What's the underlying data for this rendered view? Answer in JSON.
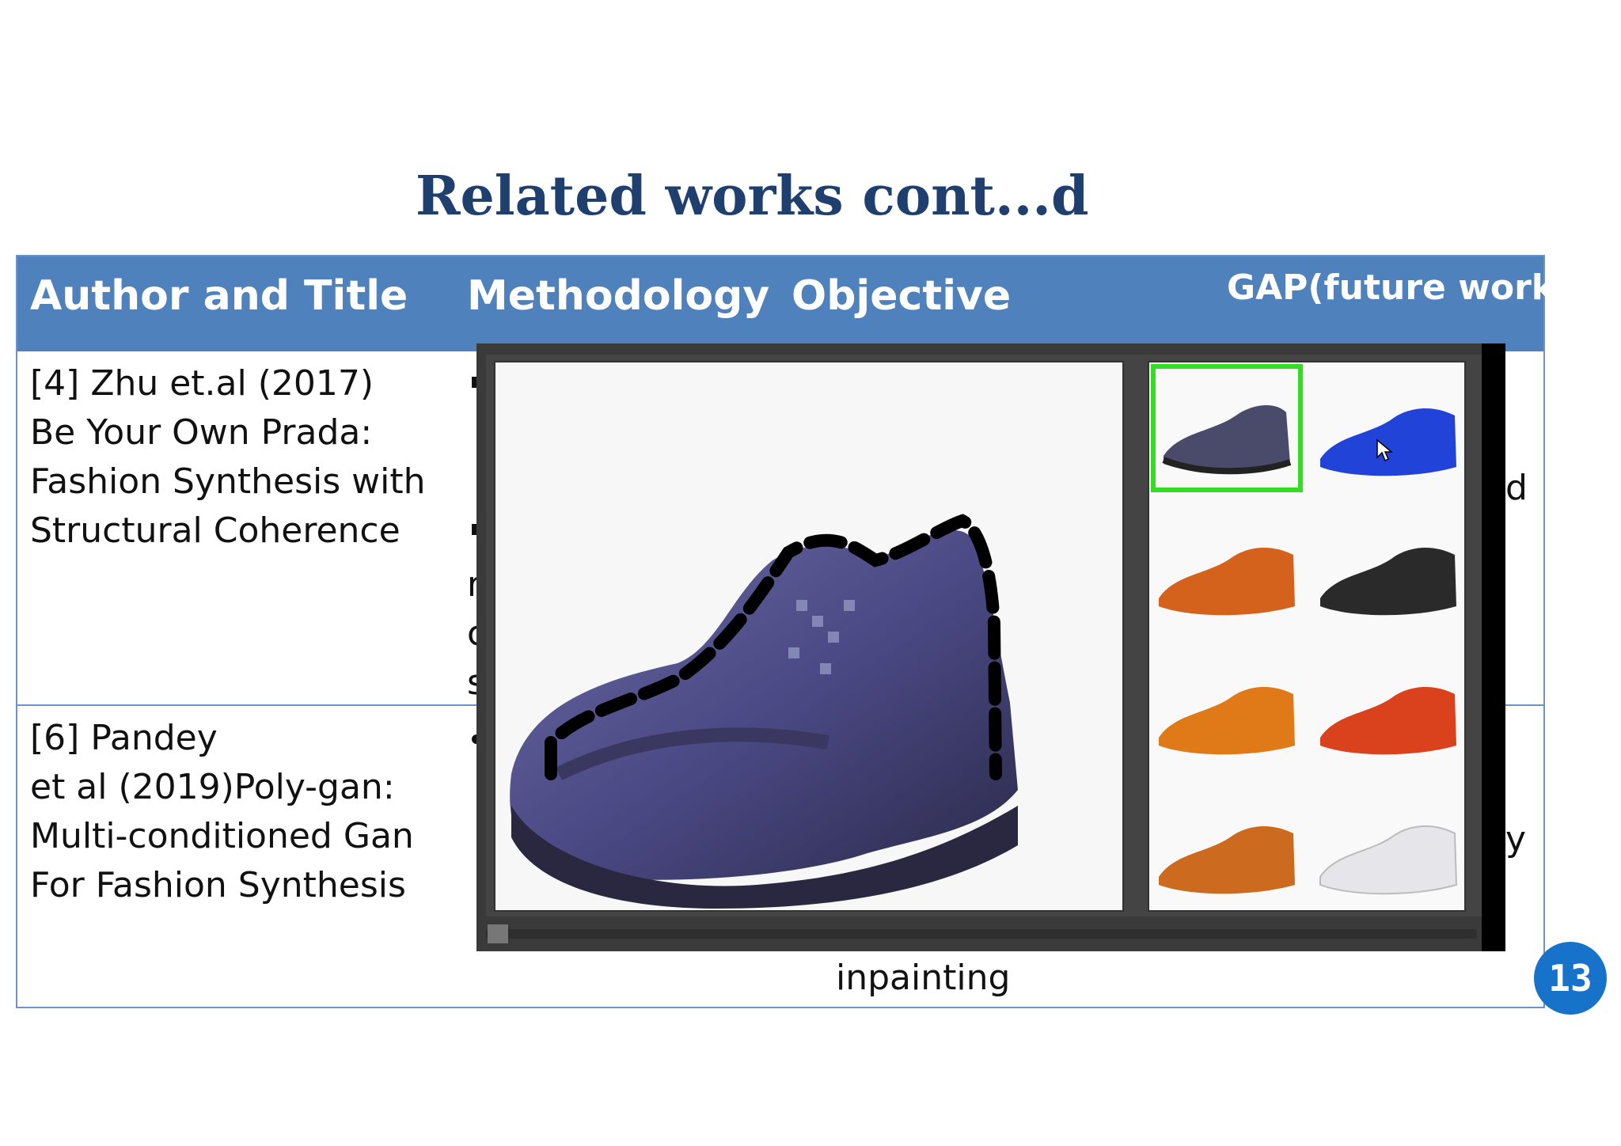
{
  "slide": {
    "title": "Related works cont...d",
    "page_number": "13"
  },
  "table": {
    "headers": {
      "author": "Author and Title",
      "methodology": "Methodology",
      "objective": "Objective",
      "gap": "GAP(future work)"
    },
    "rows": [
      {
        "author_lines": [
          "[4] Zhu et.al  (2017)",
          "Be Your Own Prada:",
          "Fashion Synthesis with",
          "Structural Coherence"
        ],
        "visible_fragments": [
          "r",
          "c",
          "s",
          "d"
        ]
      },
      {
        "author_lines": [
          "[6] Pandey",
          "et al (2019)Poly-gan:",
          "Multi-conditioned Gan",
          "For Fashion Synthesis"
        ],
        "visible_fragments": [
          "y"
        ],
        "trailing_text": "inpainting"
      }
    ]
  },
  "video_overlay": {
    "thumbnail_colors": [
      "#4a4a6a",
      "#2243d8",
      "#d4621c",
      "#2a2a2a",
      "#e07a18",
      "#d9421c",
      "#cc6a20",
      "#e6e6ea"
    ],
    "selected_thumbnail": 0,
    "accent_selected": "#33dd22"
  },
  "colors": {
    "title": "#1f3f6e",
    "header_bg": "#4f81bd",
    "badge": "#1773c9"
  }
}
